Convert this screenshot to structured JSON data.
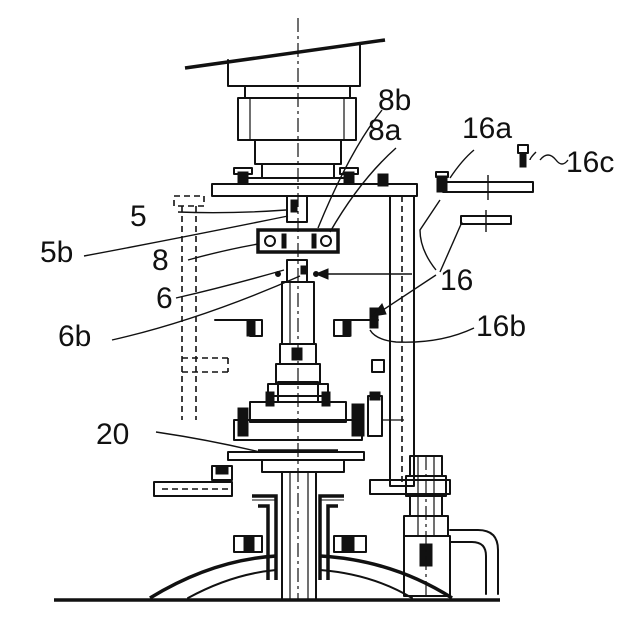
{
  "labels": {
    "l5": "5",
    "l5b": "5b",
    "l8": "8",
    "l8a": "8a",
    "l8b": "8b",
    "l6": "6",
    "l6b": "6b",
    "l16": "16",
    "l16a": "16a",
    "l16b": "16b",
    "l16c": "16c",
    "l20": "20"
  }
}
